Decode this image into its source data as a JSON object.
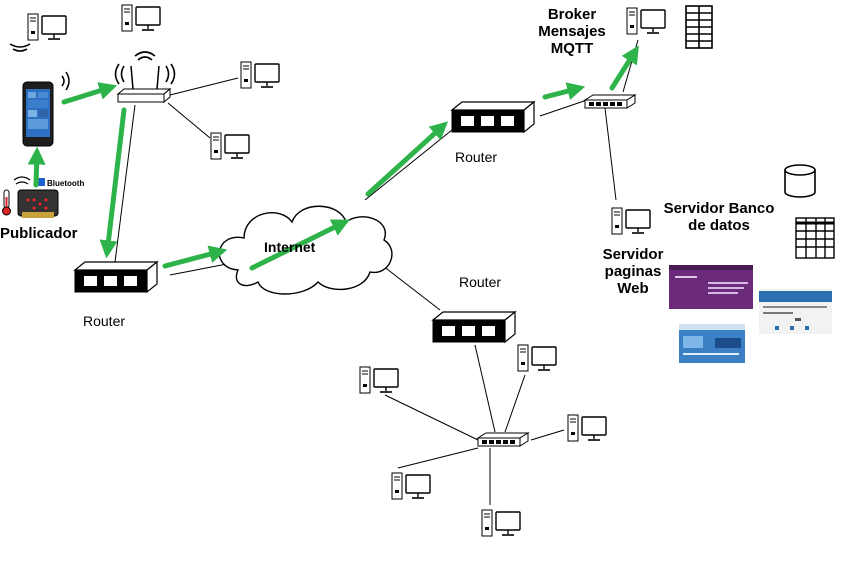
{
  "labels": {
    "publisher": "Publicador",
    "broker": "Broker Mensajes MQTT",
    "db_server": "Servidor Banco de datos",
    "web_server": "Servidor paginas Web",
    "internet": "Internet",
    "router_left": "Router",
    "router_top": "Router",
    "router_bottom": "Router",
    "bluetooth": "Bluetooth"
  },
  "colors": {
    "data_flow_arrow": "#2eb34a",
    "line": "#000000",
    "screenshot_purple": "#6b2a7a",
    "screenshot_blue": "#2a6fb0"
  },
  "icons": [
    "desktop-computer-icon",
    "wifi-access-point-icon",
    "router-icon",
    "switch-hub-icon",
    "smartphone-icon",
    "microcontroller-sensor-icon",
    "thermometer-icon",
    "cloud-icon",
    "database-cylinder-icon",
    "table-grid-icon",
    "web-page-screenshot-icon"
  ]
}
